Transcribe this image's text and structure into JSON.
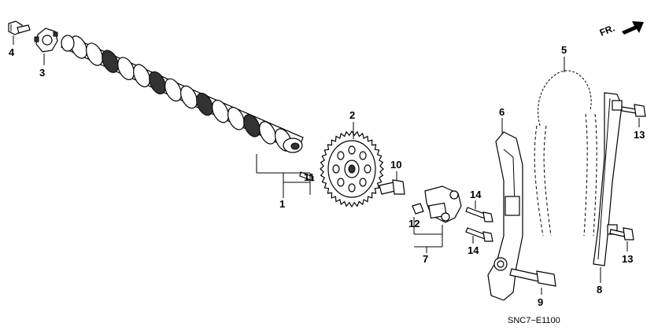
{
  "diagram": {
    "code": "SNC7−E1100",
    "direction": "FR.",
    "callouts": [
      {
        "id": "4",
        "text": "4"
      },
      {
        "id": "3",
        "text": "3"
      },
      {
        "id": "2",
        "text": "2"
      },
      {
        "id": "10",
        "text": "10"
      },
      {
        "id": "11",
        "text": "11"
      },
      {
        "id": "1",
        "text": "1"
      },
      {
        "id": "14a",
        "text": "14"
      },
      {
        "id": "12",
        "text": "12"
      },
      {
        "id": "14b",
        "text": "14"
      },
      {
        "id": "7",
        "text": "7"
      },
      {
        "id": "6",
        "text": "6"
      },
      {
        "id": "5",
        "text": "5"
      },
      {
        "id": "13a",
        "text": "13"
      },
      {
        "id": "13b",
        "text": "13"
      },
      {
        "id": "8",
        "text": "8"
      },
      {
        "id": "9",
        "text": "9"
      }
    ]
  }
}
